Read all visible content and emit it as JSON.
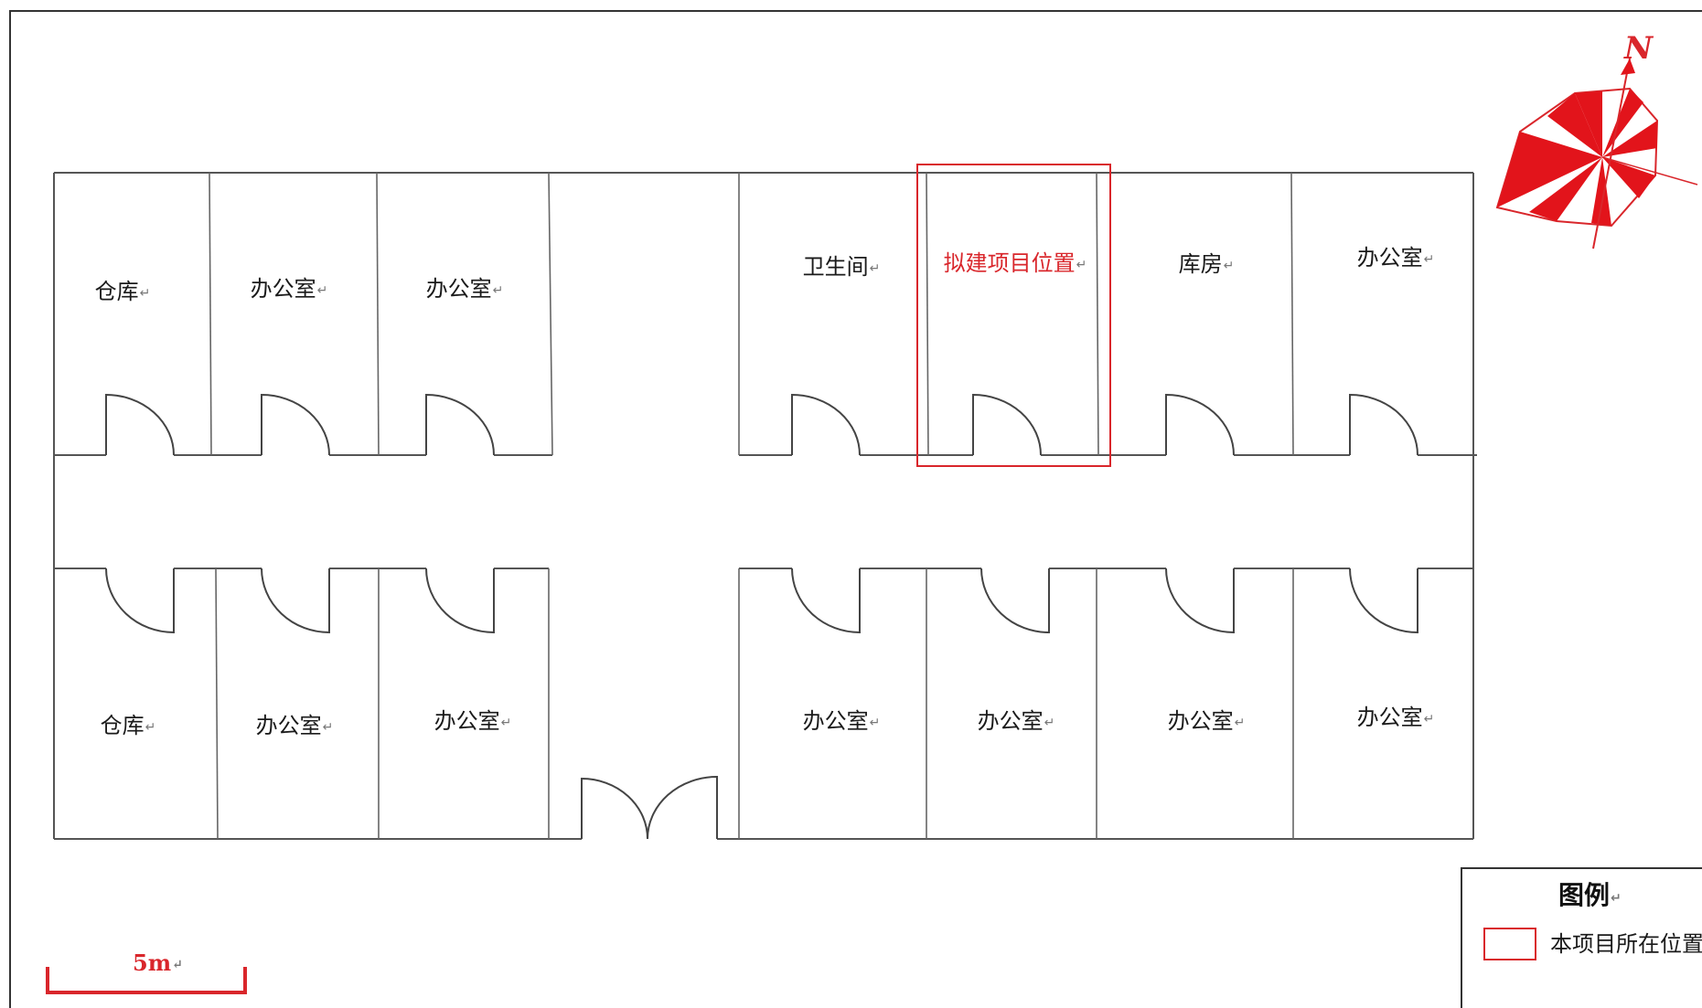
{
  "rooms_top": [
    {
      "id": "t1",
      "label": "仓库"
    },
    {
      "id": "t2",
      "label": "办公室"
    },
    {
      "id": "t3",
      "label": "办公室"
    },
    {
      "id": "t5",
      "label": "卫生间"
    },
    {
      "id": "t6",
      "label": "拟建项目位置",
      "highlight": true
    },
    {
      "id": "t7",
      "label": "库房"
    },
    {
      "id": "t8",
      "label": "办公室"
    }
  ],
  "rooms_bottom": [
    {
      "id": "b1",
      "label": "仓库"
    },
    {
      "id": "b2",
      "label": "办公室"
    },
    {
      "id": "b3",
      "label": "办公室"
    },
    {
      "id": "b5",
      "label": "办公室"
    },
    {
      "id": "b6",
      "label": "办公室"
    },
    {
      "id": "b7",
      "label": "办公室"
    },
    {
      "id": "b8",
      "label": "办公室"
    }
  ],
  "legend": {
    "title": "图例",
    "items": [
      {
        "label": "本项目所在位置",
        "swatch": "red-outline-rectangle"
      }
    ]
  },
  "scale_bar": {
    "label": "5m"
  },
  "north_arrow": {
    "label": "N"
  },
  "paragraph_mark": "↵",
  "colors": {
    "highlight": "#d9262b",
    "wall": "#555555",
    "border": "#333333"
  }
}
